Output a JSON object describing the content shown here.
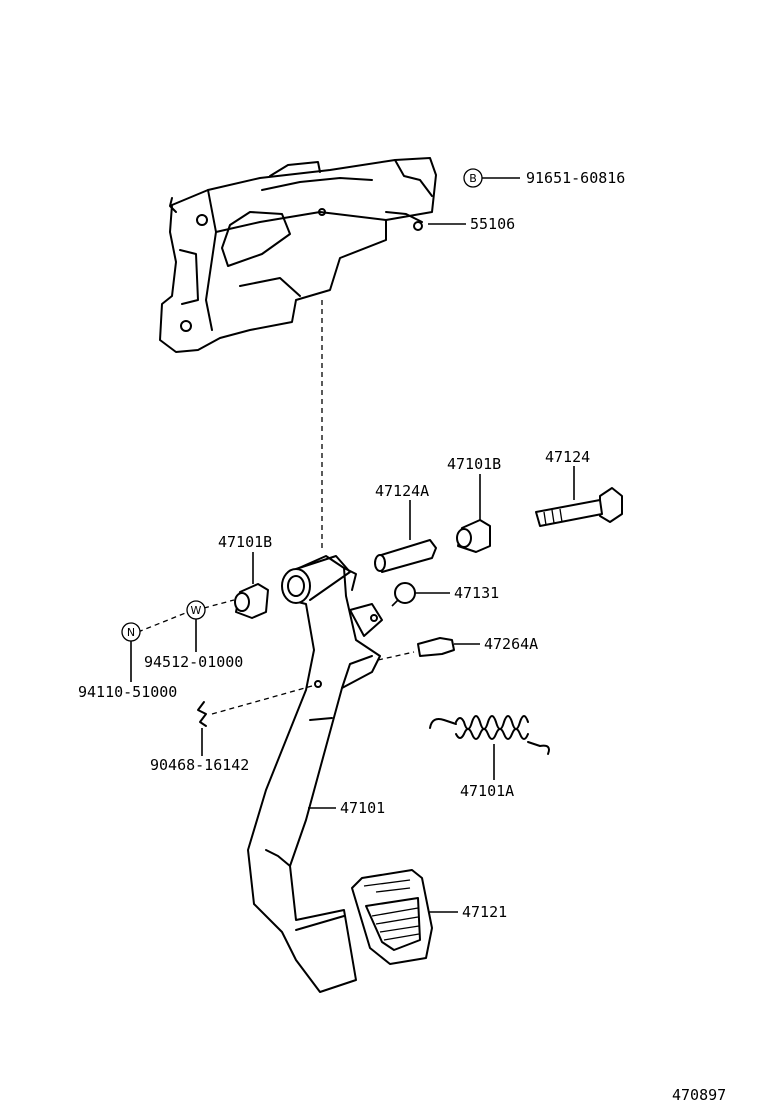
{
  "parts": [
    {
      "no": "91651-60816",
      "marker": "B"
    },
    {
      "no": "55106"
    },
    {
      "no": "47101B"
    },
    {
      "no": "47124"
    },
    {
      "no": "47124A"
    },
    {
      "no": "47101B"
    },
    {
      "no": "47131"
    },
    {
      "no": "47264A"
    },
    {
      "no": "94512-01000",
      "marker": "W"
    },
    {
      "no": "94110-51000",
      "marker": "N"
    },
    {
      "no": "90468-16142"
    },
    {
      "no": "47101A"
    },
    {
      "no": "47101"
    },
    {
      "no": "47121"
    }
  ],
  "diagram_id": "470897"
}
